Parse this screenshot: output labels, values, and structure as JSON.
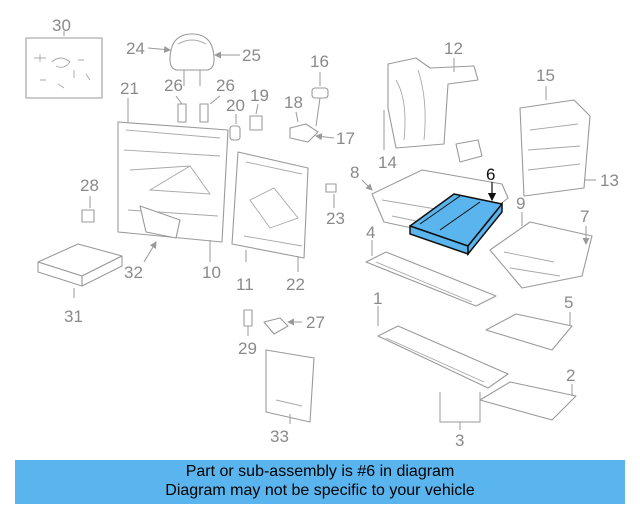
{
  "diagram": {
    "callouts": [
      "30",
      "24",
      "25",
      "12",
      "16",
      "15",
      "26",
      "26",
      "21",
      "20",
      "19",
      "18",
      "17",
      "14",
      "8",
      "6",
      "13",
      "28",
      "9",
      "7",
      "23",
      "4",
      "32",
      "10",
      "11",
      "22",
      "31",
      "1",
      "5",
      "27",
      "29",
      "2",
      "33",
      "3"
    ],
    "highlighted_part": "6",
    "highlight_color": "#5ab4ee"
  },
  "banner": {
    "line1": "Part or sub-assembly is #6 in diagram",
    "line2": "Diagram may not be specific to your vehicle",
    "background": "#5ab4ee"
  }
}
